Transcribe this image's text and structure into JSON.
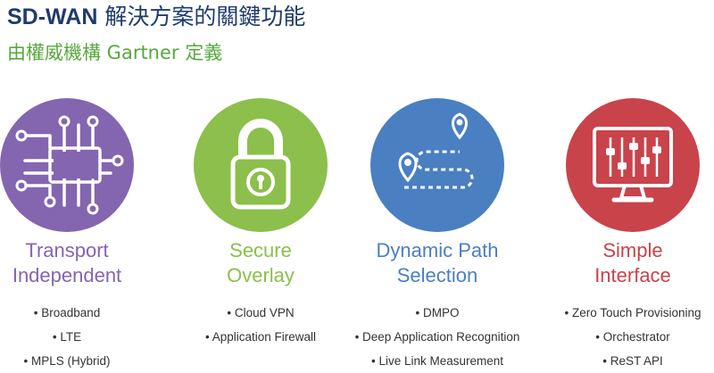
{
  "header": {
    "title_brand": "SD-WAN",
    "title_rest": " 解決方案的關鍵功能",
    "subtitle": "由權威機構 Gartner 定義"
  },
  "columns": [
    {
      "icon": "circuit-icon",
      "color": "#8465b0",
      "heading_line1": "Transport",
      "heading_line2": "Independent",
      "bullets": [
        "• Broadband",
        "• LTE",
        "• MPLS (Hybrid)"
      ]
    },
    {
      "icon": "padlock-icon",
      "color": "#8cbf4b",
      "heading_line1": "Secure",
      "heading_line2": "Overlay",
      "bullets": [
        "• Cloud VPN",
        "• Application Firewall"
      ]
    },
    {
      "icon": "map-route-icon",
      "color": "#4a7fc1",
      "heading_line1": "Dynamic Path",
      "heading_line2": "Selection",
      "bullets": [
        "• DMPO",
        "• Deep Application Recognition",
        "• Live Link Measurement"
      ]
    },
    {
      "icon": "monitor-sliders-icon",
      "color": "#c9434b",
      "heading_line1": "Simple",
      "heading_line2": "Interface",
      "bullets": [
        "• Zero Touch Provisioning",
        "• Orchestrator",
        "• ReST API"
      ]
    }
  ]
}
